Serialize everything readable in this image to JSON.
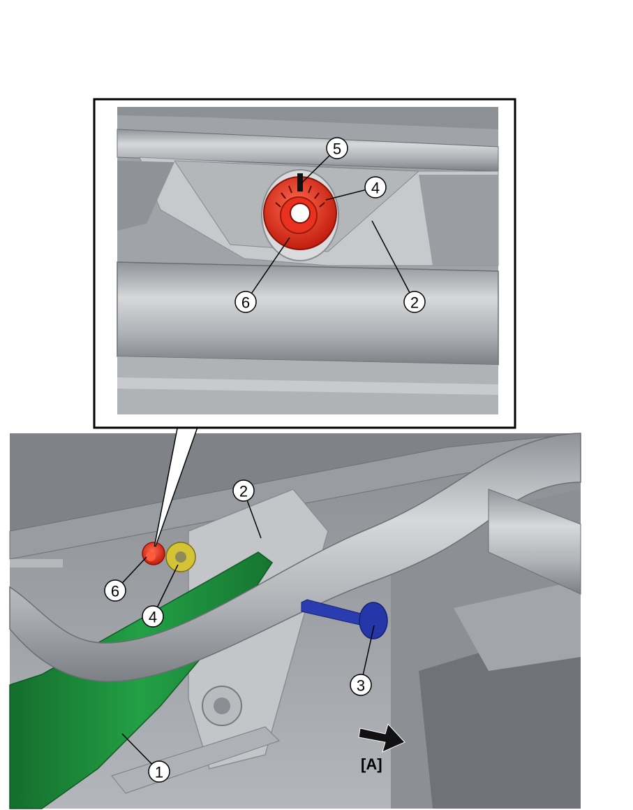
{
  "callouts": {
    "inset_5": "5",
    "inset_4": "4",
    "inset_6": "6",
    "inset_2": "2",
    "main_2": "2",
    "main_6": "6",
    "main_4": "4",
    "main_3": "3",
    "main_1": "1"
  },
  "direction_label": "[A]",
  "colors": {
    "nut_red": "#e8321f",
    "washer_yellow": "#c9b82a",
    "bolt_blue": "#1f2fa0",
    "arm_green": "#1c8a3a",
    "frame_gray": "#a9acb0",
    "frame_dark": "#7d8085"
  }
}
